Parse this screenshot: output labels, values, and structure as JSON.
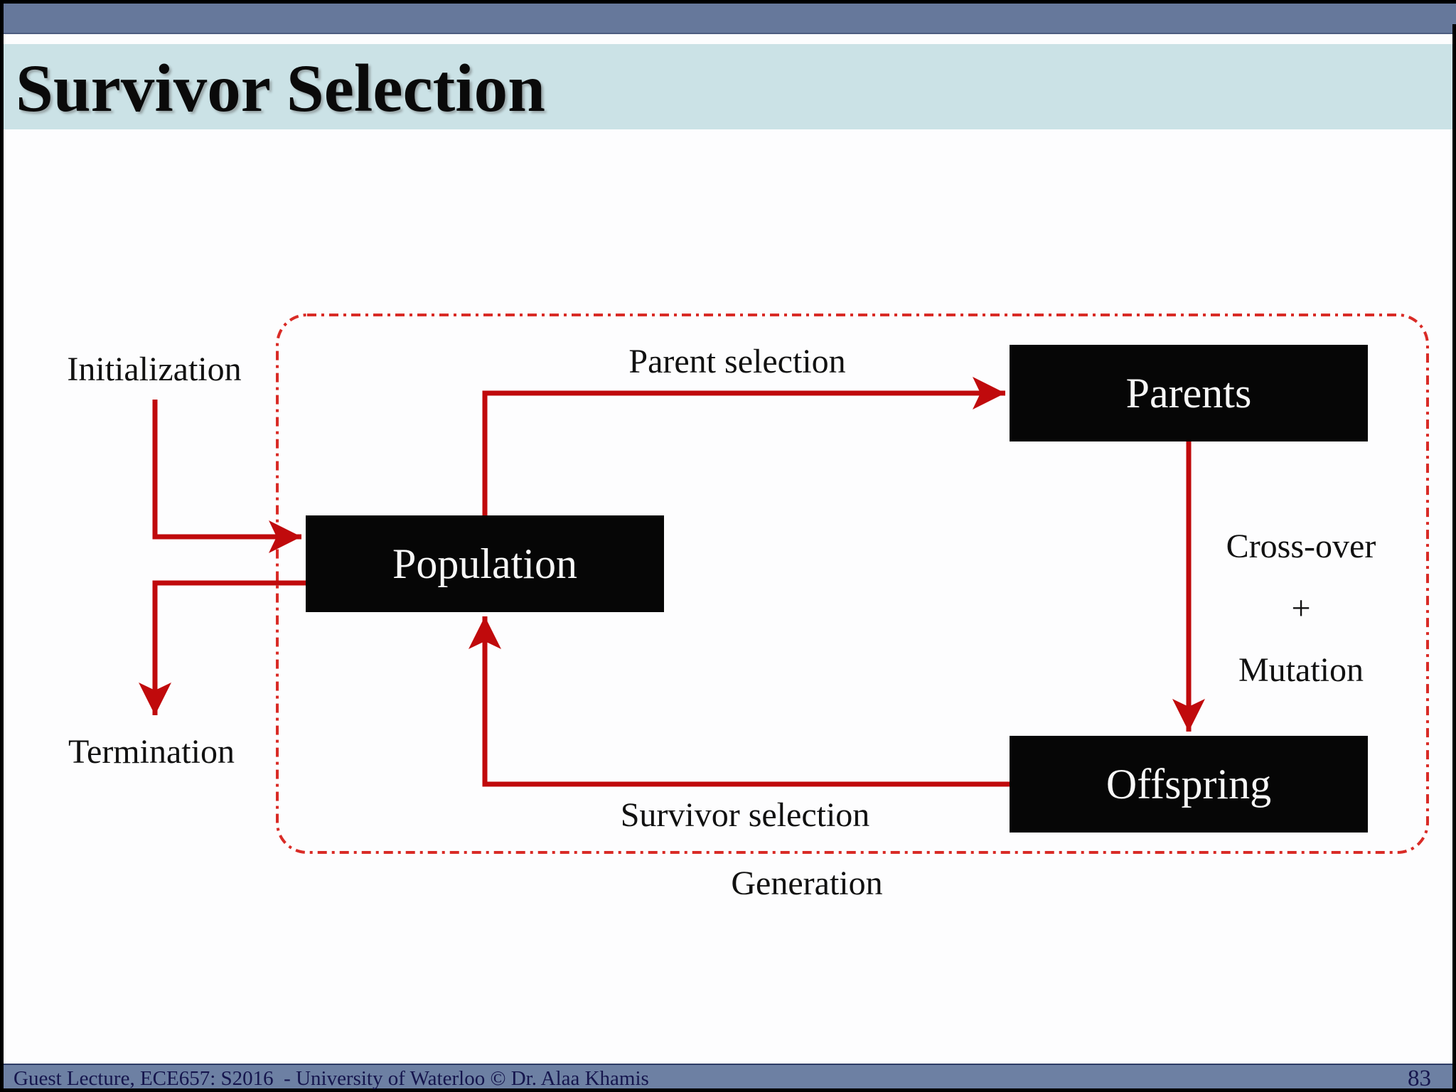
{
  "header": {
    "title": "Survivor Selection"
  },
  "diagram": {
    "boxes": {
      "population": "Population",
      "parents": "Parents",
      "offspring": "Offspring"
    },
    "labels": {
      "initialization": "Initialization",
      "termination": "Termination",
      "parent_selection": "Parent selection",
      "crossover": "Cross-over",
      "plus": "+",
      "mutation": "Mutation",
      "survivor_selection": "Survivor selection",
      "generation": "Generation"
    }
  },
  "footer": {
    "left": "Guest Lecture, ECE657: S2016  - University of Waterloo © Dr. Alaa Khamis",
    "page": "83"
  },
  "colors": {
    "top_bar": "#66789B",
    "title_band": "#CBE2E6",
    "footer_bar": "#6D80A3",
    "arrow_red": "#C00A0C",
    "dashed_red": "#D92B26",
    "box_black": "#060606",
    "footer_text": "#15154D"
  }
}
